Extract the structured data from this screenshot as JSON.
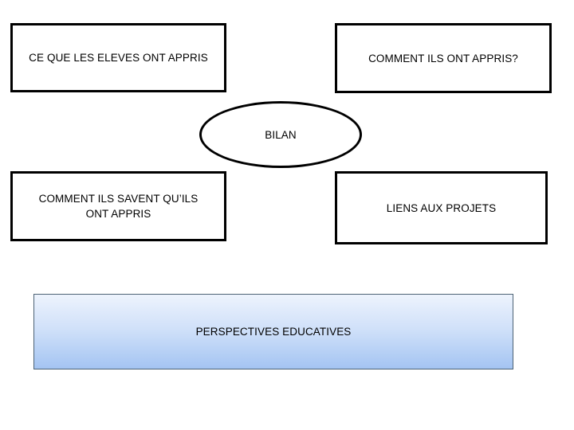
{
  "diagram": {
    "type": "concept-map",
    "center": {
      "shape": "ellipse",
      "label": "BILAN"
    },
    "nodes": [
      {
        "id": "ce-que-les-eleves-ont-appris",
        "shape": "rectangle",
        "label": "CE QUE LES ELEVES ONT APPRIS",
        "position": "top-left"
      },
      {
        "id": "comment-ils-ont-appris",
        "shape": "rectangle",
        "label": "COMMENT ILS ONT APPRIS?",
        "position": "top-right"
      },
      {
        "id": "comment-ils-savent",
        "shape": "rectangle",
        "label": "COMMENT ILS SAVENT QU’ILS\nONT APPRIS",
        "position": "bottom-left"
      },
      {
        "id": "liens-aux-projets",
        "shape": "rectangle",
        "label": "LIENS AUX PROJETS",
        "position": "bottom-right"
      }
    ],
    "banner": {
      "id": "perspectives-educatives",
      "shape": "rounded-rectangle",
      "label": "PERSPECTIVES EDUCATIVES",
      "fill_top": "#eef4fd",
      "fill_bottom": "#a4c4f2",
      "border_color": "#4c6274"
    },
    "colors": {
      "outline": "#000000",
      "text": "#000000",
      "background": "#ffffff"
    }
  }
}
